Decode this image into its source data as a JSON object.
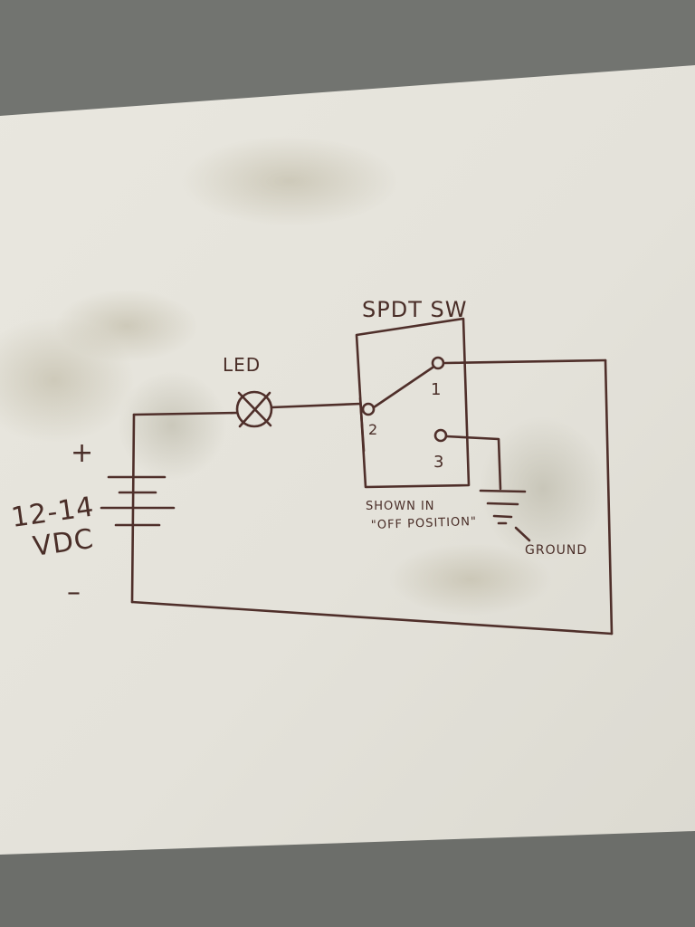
{
  "diagram": {
    "switch_title": "SPDT SW",
    "led_label": "LED",
    "battery_plus": "+",
    "battery_voltage_line1": "12-14",
    "battery_voltage_line2": "VDC",
    "battery_minus": "–",
    "terminal_1": "1",
    "terminal_2": "2",
    "terminal_3": "3",
    "note_line1": "SHOWN IN",
    "note_line2": "\"OFF POSITION\"",
    "ground_label": "GROUND"
  },
  "colors": {
    "background_table": "#6e706c",
    "paper": "#e6e4dc",
    "ink": "#4f2f2a"
  }
}
